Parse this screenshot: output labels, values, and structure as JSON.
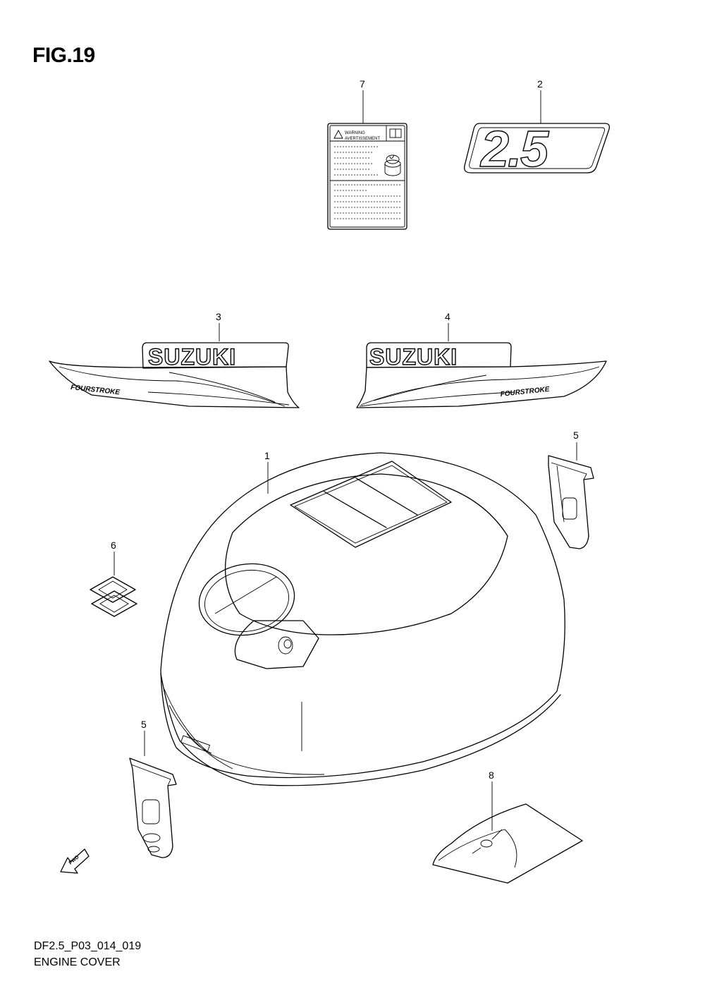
{
  "figure": {
    "title": "FIG.19",
    "diagram_code": "DF2.5_P03_014_019",
    "diagram_name": "ENGINE COVER"
  },
  "callouts": {
    "engine_cover": "1",
    "decal_25": "2",
    "decal_suzuki_left": "3",
    "decal_suzuki_right": "4",
    "clip_right": "5",
    "clip_left": "5",
    "emblem": "6",
    "warning_label": "7",
    "pad": "8"
  },
  "decals": {
    "model_number": "2.5",
    "brand": "SUZUKI",
    "stroke_text": "FOURSTROKE",
    "warning_line1": "WARNING",
    "warning_line2": "AVERTISSEMENT"
  },
  "fwd_arrow": {
    "label": "FWD"
  }
}
